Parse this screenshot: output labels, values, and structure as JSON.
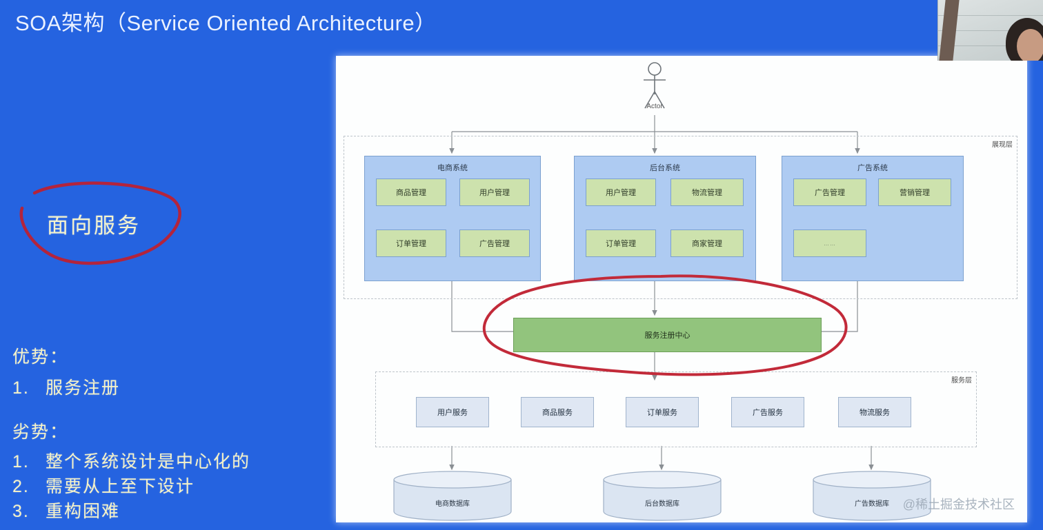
{
  "slide": {
    "title": "SOA架构（Service Oriented Architecture）",
    "background_color": "#2563e0",
    "text_color": "#f6f3c8",
    "watermark": "@稀土掘金技术社区"
  },
  "annotation": {
    "circled_text": "面向服务",
    "ink_color": "#b3243c",
    "circled_target": "服务注册中心"
  },
  "notes": {
    "advantages_heading": "优势：",
    "advantages": [
      {
        "num": "1.",
        "text": "服务注册"
      }
    ],
    "disadvantages_heading": "劣势：",
    "disadvantages": [
      {
        "num": "1.",
        "text": "整个系统设计是中心化的"
      },
      {
        "num": "2.",
        "text": "需要从上至下设计"
      },
      {
        "num": "3.",
        "text": "重构困难"
      }
    ]
  },
  "diagram": {
    "actor_label": "Actor",
    "layers": [
      {
        "id": "presentation",
        "tag": "展现层"
      },
      {
        "id": "service",
        "tag": "服务层"
      }
    ],
    "systems": [
      {
        "title": "电商系统",
        "modules": [
          "商品管理",
          "用户管理",
          "订单管理",
          "广告管理"
        ]
      },
      {
        "title": "后台系统",
        "modules": [
          "用户管理",
          "物流管理",
          "订单管理",
          "商家管理"
        ]
      },
      {
        "title": "广告系统",
        "modules": [
          "广告管理",
          "营销管理",
          "……"
        ]
      }
    ],
    "registry": {
      "label": "服务注册中心",
      "color": "#92c47d"
    },
    "services": [
      "用户服务",
      "商品服务",
      "订单服务",
      "广告服务",
      "物流服务"
    ],
    "databases": [
      "电商数据库",
      "后台数据库",
      "广告数据库"
    ],
    "system_box_color": "#aecbf2",
    "module_box_color": "#cde2ad",
    "service_box_color": "#dfe7f3"
  }
}
